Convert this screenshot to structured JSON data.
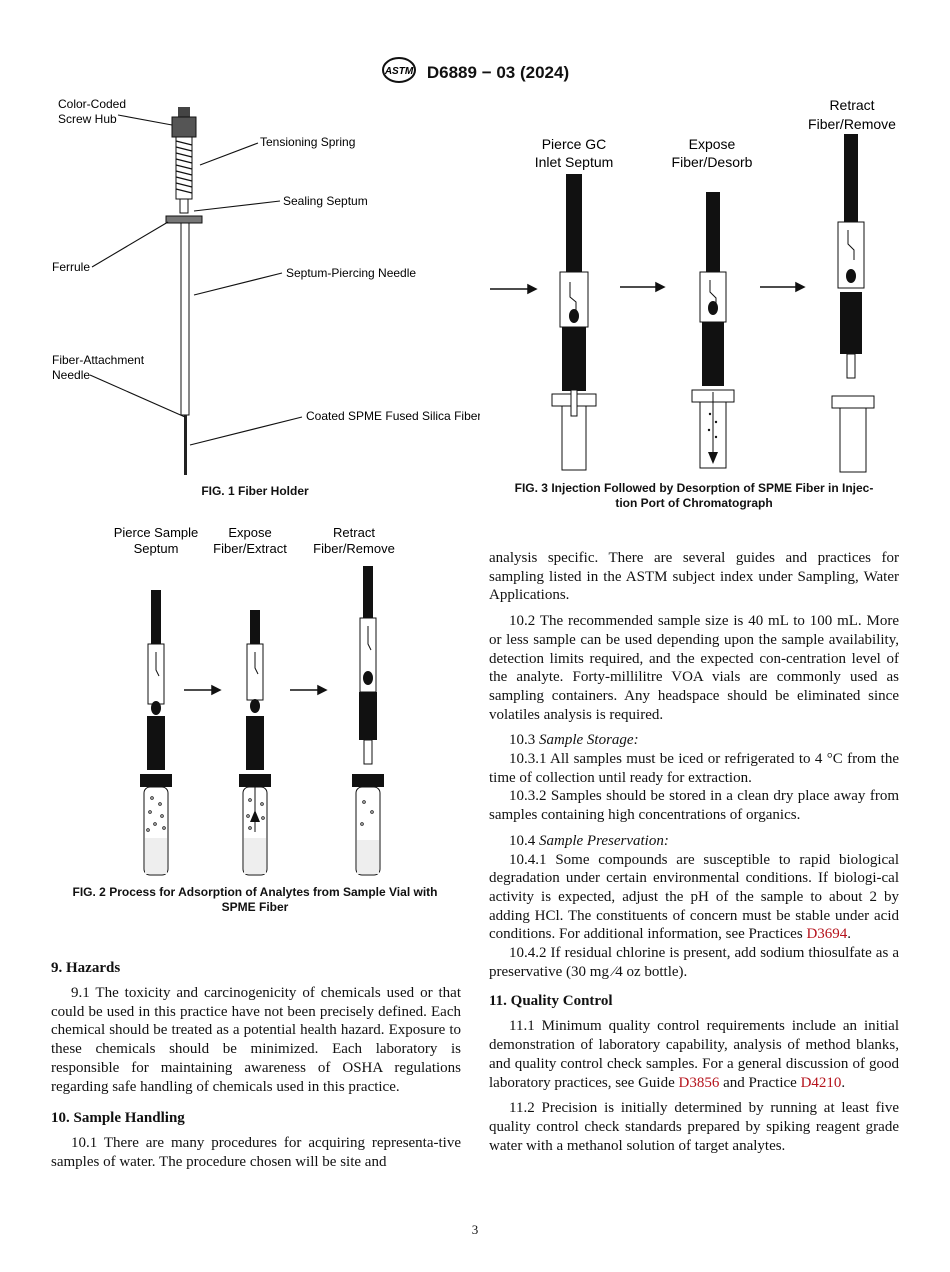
{
  "header": {
    "logo_text": "ASTM",
    "designation": "D6889 − 03 (2024)"
  },
  "fig1": {
    "labels": {
      "color_coded_screw_hub_l1": "Color-Coded",
      "color_coded_screw_hub_l2": "Screw Hub",
      "tensioning_spring": "Tensioning Spring",
      "sealing_septum": "Sealing Septum",
      "ferrule": "Ferrule",
      "septum_piercing_needle": "Septum-Piercing Needle",
      "fiber_attachment_needle_l1": "Fiber-Attachment",
      "fiber_attachment_needle_l2": "Needle",
      "coated_fiber": "Coated SPME Fused Silica Fiber"
    },
    "caption": "FIG. 1 Fiber Holder"
  },
  "fig2": {
    "step1": [
      "Pierce Sample",
      "Septum"
    ],
    "step2": [
      "Expose",
      "Fiber/Extract"
    ],
    "step3": [
      "Retract",
      "Fiber/Remove"
    ],
    "caption_l1": "FIG. 2 Process for Adsorption of Analytes from Sample Vial with",
    "caption_l2": "SPME Fiber"
  },
  "fig3": {
    "step1": [
      "Pierce GC",
      "Inlet Septum"
    ],
    "step2": [
      "Expose",
      "Fiber/Desorb"
    ],
    "step3": [
      "Retract",
      "Fiber/Remove"
    ],
    "caption_l1": "FIG. 3 Injection Followed by Desorption of SPME Fiber in Injec-",
    "caption_l2": "tion Port of Chromatograph"
  },
  "left_col": {
    "sec9_title": "9. Hazards",
    "p9_1": "9.1 The toxicity and carcinogenicity of chemicals used or that could be used in this practice have not been precisely defined. Each chemical should be treated as a potential health hazard. Exposure to these chemicals should be minimized. Each laboratory is responsible for maintaining awareness of OSHA regulations regarding safe handling of chemicals used in this practice.",
    "sec10_title": "10. Sample Handling",
    "p10_1": "10.1 There are many procedures for acquiring representa-tive samples of water. The procedure chosen will be site and"
  },
  "right_col": {
    "p_cont": "analysis specific. There are several guides and practices for sampling listed in the ASTM subject index under Sampling, Water Applications.",
    "p10_2": "10.2 The recommended sample size is 40 mL to 100 mL. More or less sample can be used depending upon the sample availability, detection limits required, and the expected con-centration level of the analyte. Forty-millilitre VOA vials are commonly used as sampling containers. Any headspace should be eliminated since volatiles analysis is required.",
    "p10_3_num": "10.3",
    "p10_3_title": "Sample Storage:",
    "p10_3_1": "10.3.1 All samples must be iced or refrigerated to 4 °C from the time of collection until ready for extraction.",
    "p10_3_2": "10.3.2 Samples should be stored in a clean dry place away from samples containing high concentrations of organics.",
    "p10_4_num": "10.4",
    "p10_4_title": "Sample Preservation:",
    "p10_4_1": "10.4.1 Some compounds are susceptible to rapid biological degradation under certain environmental conditions. If biologi-cal activity is expected, adjust the pH of the sample to about 2 by adding HCl. The constituents of concern must be stable under acid conditions. For additional information, see Practices",
    "p10_4_1_link": "D3694",
    "p10_4_2": "10.4.2 If residual chlorine is present, add sodium thiosulfate as a preservative (30 mg ⁄4 oz bottle).",
    "sec11_title": "11. Quality Control",
    "p11_1": "11.1 Minimum quality control requirements include an initial demonstration of laboratory capability, analysis of method blanks, and quality control check samples. For a general discussion of good laboratory practices, see Guide",
    "p11_1_link1": "D3856",
    "p11_1_mid": "and Practice",
    "p11_1_link2": "D4210",
    "p11_2": "11.2 Precision is initially determined by running at least five quality control check standards prepared by spiking reagent grade water with a methanol solution of target analytes."
  },
  "page_number": "3"
}
